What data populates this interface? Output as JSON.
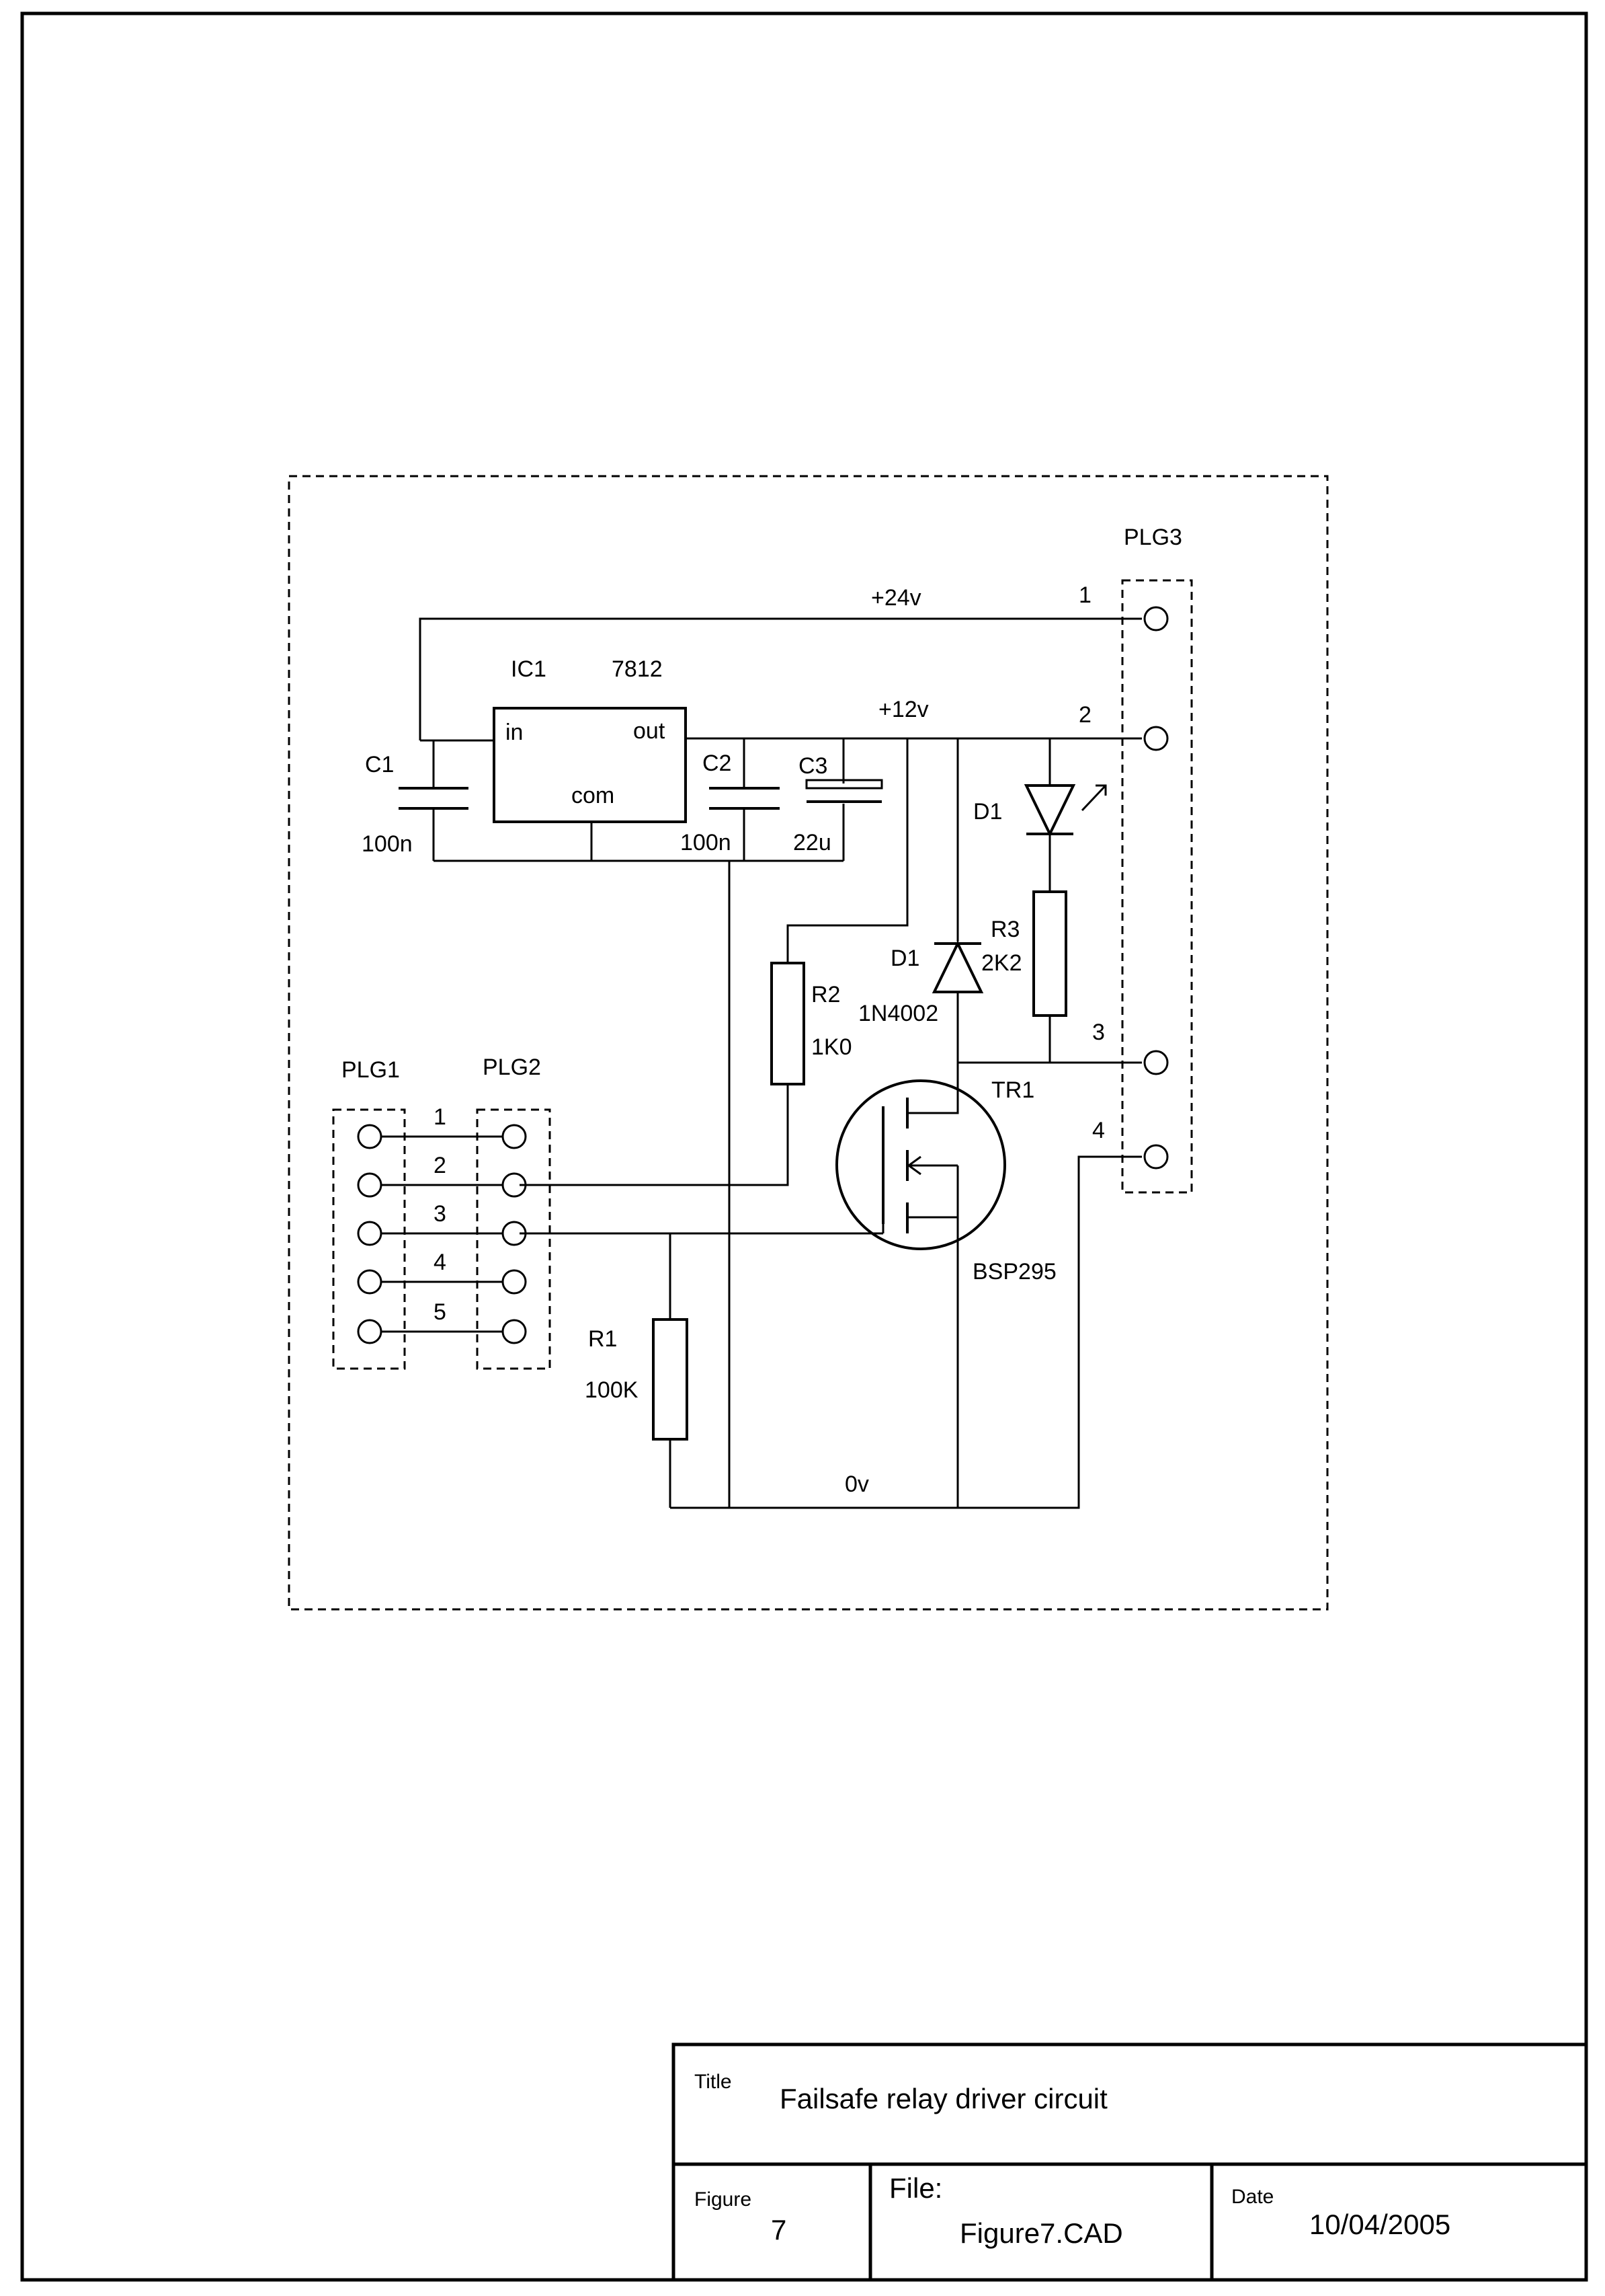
{
  "net_labels": {
    "v24": "+24v",
    "v12": "+12v",
    "v0": "0v"
  },
  "ic1": {
    "ref": "IC1",
    "part": "7812",
    "pin_in": "in",
    "pin_out": "out",
    "pin_com": "com"
  },
  "c1": {
    "ref": "C1",
    "value": "100n"
  },
  "c2": {
    "ref": "C2",
    "value": "100n"
  },
  "c3": {
    "ref": "C3",
    "value": "22u"
  },
  "d1_led": {
    "ref": "D1"
  },
  "d1_diode": {
    "ref": "D1",
    "part": "1N4002"
  },
  "r1": {
    "ref": "R1",
    "value": "100K"
  },
  "r2": {
    "ref": "R2",
    "value": "1K0"
  },
  "r3": {
    "ref": "R3",
    "value": "2K2"
  },
  "tr1": {
    "ref": "TR1",
    "part": "BSP295"
  },
  "plg1": {
    "ref": "PLG1"
  },
  "plg2": {
    "ref": "PLG2"
  },
  "plg3": {
    "ref": "PLG3",
    "pins": [
      "1",
      "2",
      "3",
      "4"
    ]
  },
  "plg12_pins": [
    "1",
    "2",
    "3",
    "4",
    "5"
  ],
  "title_block": {
    "title_label": "Title",
    "title": "Failsafe relay driver circuit",
    "figure_label": "Figure",
    "figure": "7",
    "file_label": "File:",
    "file": "Figure7.CAD",
    "date_label": "Date",
    "date": "10/04/2005"
  }
}
